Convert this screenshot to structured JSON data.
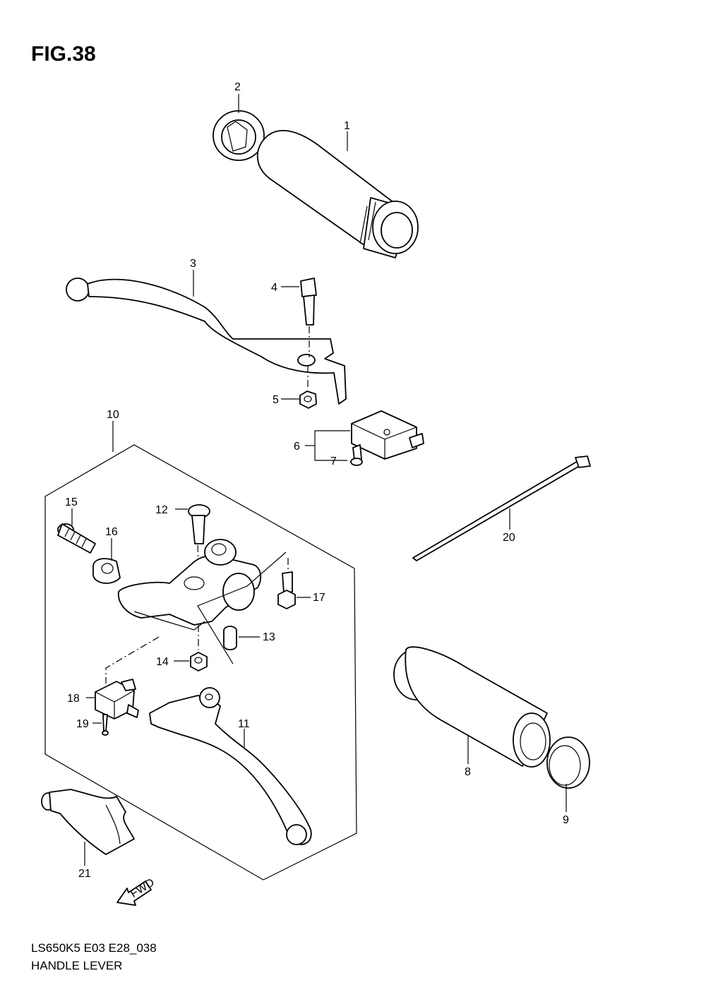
{
  "figure": {
    "title": "FIG.38"
  },
  "footer": {
    "model_code": "LS650K5 E03 E28_038",
    "diagram_name": "HANDLE LEVER"
  },
  "fwd_label": "FWD",
  "parts": [
    {
      "ref": "1"
    },
    {
      "ref": "2"
    },
    {
      "ref": "3"
    },
    {
      "ref": "4"
    },
    {
      "ref": "5"
    },
    {
      "ref": "6"
    },
    {
      "ref": "7"
    },
    {
      "ref": "8"
    },
    {
      "ref": "9"
    },
    {
      "ref": "10"
    },
    {
      "ref": "11"
    },
    {
      "ref": "12"
    },
    {
      "ref": "13"
    },
    {
      "ref": "14"
    },
    {
      "ref": "15"
    },
    {
      "ref": "16"
    },
    {
      "ref": "17"
    },
    {
      "ref": "18"
    },
    {
      "ref": "19"
    },
    {
      "ref": "20"
    },
    {
      "ref": "21"
    }
  ]
}
